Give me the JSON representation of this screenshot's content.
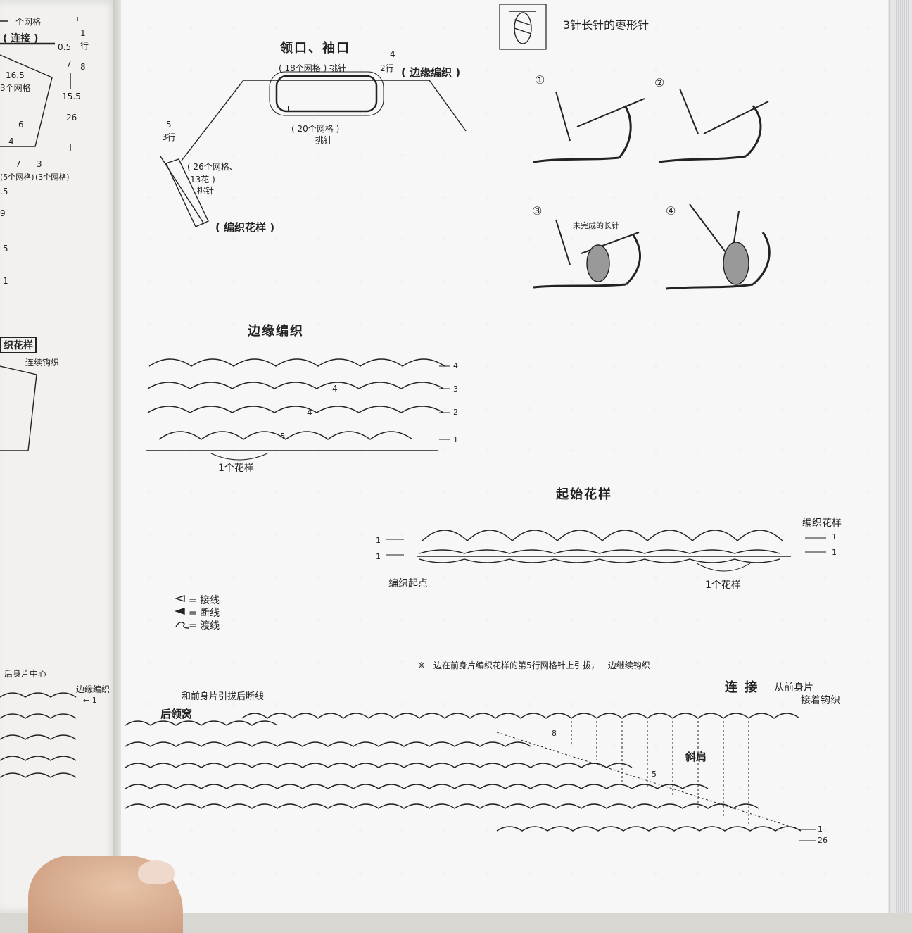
{
  "left_page": {
    "grid1": "个网格",
    "join": "( 连接 )",
    "r1": "1",
    "row": "行",
    "v05": "0.5",
    "v7": "7",
    "v8": "8",
    "v165": "16.5",
    "grid3": "3个网格",
    "v155": "15.5",
    "v26": "26",
    "v6": "6",
    "v4": "4",
    "v7b": "7",
    "v3": "3",
    "grid5": "(5个网格)",
    "grid3b": "(3个网格)",
    "v5": ".5",
    "v9": "9",
    "v5b": "5",
    "v1": "1",
    "pattern": "织花样",
    "continue": "连续钩织",
    "back_center": "后身片中心",
    "edge": "边缘编织",
    "arrow1": "←  1"
  },
  "neckline": {
    "title": "领口、袖口",
    "grid18": "( 18个网格 ) 挑针",
    "rows_top": "4",
    "rows2": "2行",
    "edge_label": "( 边缘编织 )",
    "grid20": "( 20个网格 )",
    "pick": "挑针",
    "rows5": "5",
    "rows3": "3行",
    "grid26": "( 26个网格、",
    "flower13": "13花 )",
    "pick2": "挑针",
    "pattern_label": "( 编织花样 )"
  },
  "symbol": {
    "title": "3针长针的枣形针",
    "step1": "①",
    "step2": "②",
    "step3": "③",
    "step4": "④",
    "unfinished": "未完成的长针"
  },
  "edge_chart": {
    "title": "边缘编织",
    "rows": [
      "4",
      "3",
      "2",
      "1"
    ],
    "inner4a": "4",
    "inner4b": "4",
    "inner5": "5",
    "repeat": "1个花样"
  },
  "start_chart": {
    "title": "起始花样",
    "pattern": "编织花样",
    "start": "编织起点",
    "repeat": "1个花样",
    "row1a": "1",
    "row1b": "1",
    "row1c": "1",
    "row1d": "1"
  },
  "legend": {
    "join": "= 接线",
    "cut": "= 断线",
    "cross": "= 渡线"
  },
  "bottom_chart": {
    "note": "※一边在前身片编织花样的第5行网格针上引拔，一边继续钩织",
    "join": "连 接",
    "from_front": "从前身片",
    "continue": "接着钩织",
    "cut_after": "和前身片引拔后断线",
    "back_neck": "后领窝",
    "slope": "斜肩",
    "row8": "8",
    "row5": "5",
    "row1": "1",
    "row26": "26"
  }
}
